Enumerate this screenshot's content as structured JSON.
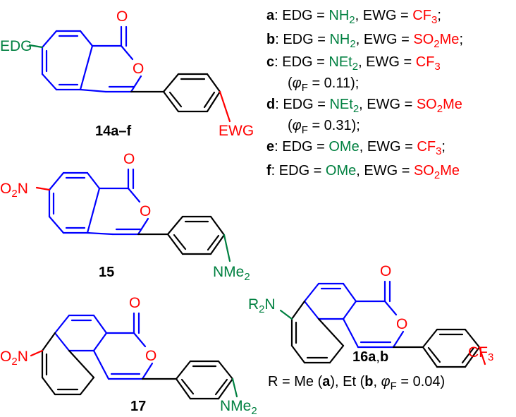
{
  "colors": {
    "blue": "#0000ff",
    "red": "#ff0000",
    "green": "#008040",
    "black": "#000000"
  },
  "mol14": {
    "label": "14a–f",
    "carbonyl_o": "O",
    "ring_o": "O",
    "substituent_left": "EDG",
    "substituent_right": "EWG"
  },
  "mol15": {
    "label": "15",
    "carbonyl_o": "O",
    "ring_o": "O",
    "nitro_main": "O",
    "nitro_sub": "2",
    "nitro_n": "N",
    "amine": "NMe",
    "amine_sub": "2"
  },
  "mol16": {
    "label_a": "16a",
    "label_sep": ",",
    "label_b": "b",
    "carbonyl_o": "O",
    "ring_o": "O",
    "amine_r": "R",
    "amine_sub": "2",
    "amine_n": "N",
    "cf": "CF",
    "cf_sub": "3",
    "caption": {
      "p1": "R = Me (",
      "a": "a",
      "p2": "), Et (",
      "b": "b",
      "p3": ", ",
      "phi": "φ",
      "phi_sub": "F",
      "p4": " = 0.04)"
    }
  },
  "mol17": {
    "label": "17",
    "carbonyl_o": "O",
    "ring_o": "O",
    "nitro_main": "O",
    "nitro_sub": "2",
    "nitro_n": "N",
    "amine": "NMe",
    "amine_sub": "2"
  },
  "legend": {
    "a": {
      "key": "a",
      "p1": ": EDG = ",
      "edg": "NH",
      "edg_sub": "2",
      "p2": ", EWG = ",
      "ewg": "CF",
      "ewg_sub": "3",
      "p3": ";"
    },
    "b": {
      "key": "b",
      "p1": ": EDG = ",
      "edg": "NH",
      "edg_sub": "2",
      "p2": ", EWG = ",
      "ewg": "SO",
      "ewg_sub": "2",
      "ewg_tail": "Me",
      "p3": ";"
    },
    "c": {
      "key": "c",
      "p1": ": EDG = ",
      "edg": "NEt",
      "edg_sub": "2",
      "p2": ", EWG = ",
      "ewg": "CF",
      "ewg_sub": "3"
    },
    "c2": {
      "p1": "(",
      "phi": "φ",
      "phi_sub": "F",
      "p2": " = 0.11);"
    },
    "d": {
      "key": "d",
      "p1": ": EDG = ",
      "edg": "NEt",
      "edg_sub": "2",
      "p2": ", EWG = ",
      "ewg": "SO",
      "ewg_sub": "2",
      "ewg_tail": "Me"
    },
    "d2": {
      "p1": "(",
      "phi": "φ",
      "phi_sub": "F",
      "p2": " = 0.31);"
    },
    "e": {
      "key": "e",
      "p1": ": EDG = ",
      "edg": "OMe",
      "p2": ", EWG = ",
      "ewg": "CF",
      "ewg_sub": "3",
      "p3": ";"
    },
    "f": {
      "key": "f",
      "p1": ": EDG = ",
      "edg": "OMe",
      "p2": ", EWG = ",
      "ewg": "SO",
      "ewg_sub": "2",
      "ewg_tail": "Me"
    }
  }
}
